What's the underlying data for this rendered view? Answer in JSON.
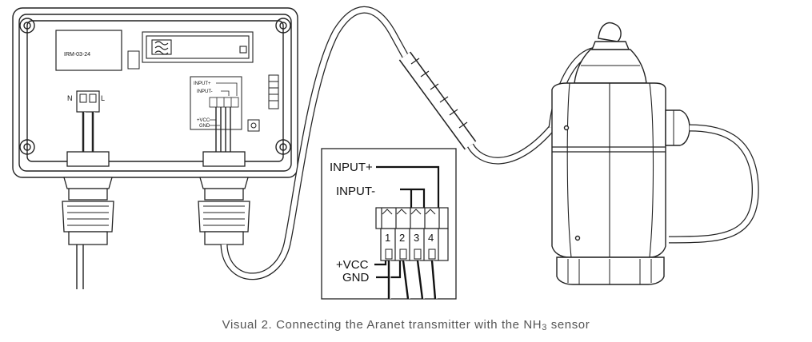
{
  "device": {
    "module_label": "IRM-03-24",
    "mains_left": "N",
    "mains_right": "L",
    "small_input_plus": "INPUT+",
    "small_input_minus": "INPUT-",
    "small_vcc": "+VCC",
    "small_gnd": "GND"
  },
  "inset": {
    "input_plus": "INPUT+",
    "input_minus": "INPUT-",
    "vcc": "+VCC",
    "gnd": "GND",
    "terminals": [
      "1",
      "2",
      "3",
      "4"
    ]
  },
  "caption": {
    "text": "Visual 2. Connecting the Aranet transmitter with the NH",
    "subscript": "3",
    "suffix": " sensor"
  }
}
